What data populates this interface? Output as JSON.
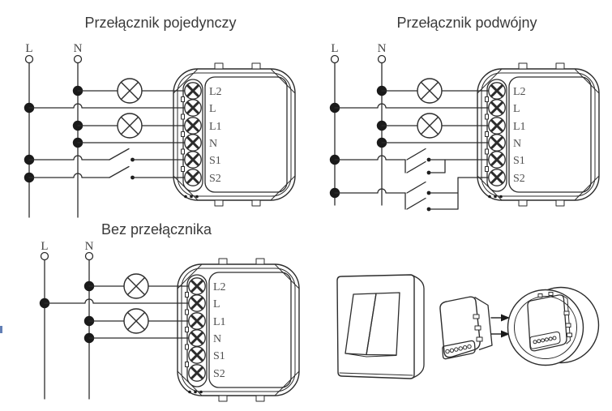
{
  "titles": {
    "single": "Przełącznik pojedynczy",
    "double": "Przełącznik podwójny",
    "without": "Bez przełącznika"
  },
  "wire_labels": {
    "line": "L",
    "neutral": "N"
  },
  "module": {
    "terminals": [
      "L2",
      "L",
      "L1",
      "N",
      "S1",
      "S2"
    ]
  },
  "colors": {
    "ink": "#2c2c2c",
    "title_text": "#3a3a3a",
    "terminal_text": "#4f4f4f",
    "background": "#ffffff",
    "edge_artifact": "#4668a8"
  }
}
